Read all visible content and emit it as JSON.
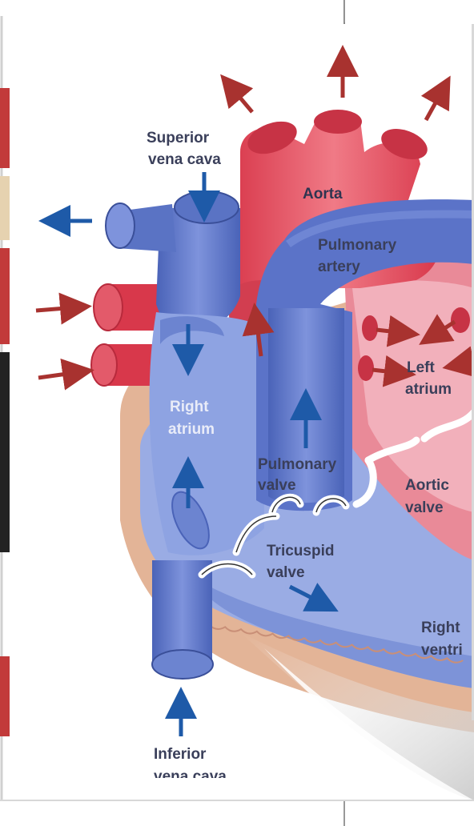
{
  "diagram": {
    "colors": {
      "oxygen_poor": "#5b73c8",
      "oxygen_rich": "#e24a5b",
      "arrow_blue": "#1e5aa8",
      "arrow_red": "#a8322f",
      "tissue": "#e3b497",
      "background": "#ffffff"
    },
    "labels": {
      "superior_vena_cava": [
        "Superior",
        "vena cava"
      ],
      "aorta": "Aorta",
      "pulmonary_artery": [
        "Pulmonary",
        "artery"
      ],
      "left_atrium": [
        "Left",
        "atrium"
      ],
      "right_atrium": [
        "Right",
        "atrium"
      ],
      "pulmonary_valve": [
        "Pulmonary",
        "valve"
      ],
      "aortic_valve": [
        "Aortic",
        "valve"
      ],
      "tricuspid_valve": [
        "Tricuspid",
        "valve"
      ],
      "right_ventricle": [
        "Right",
        "ventri"
      ],
      "inferior_vena_cava": [
        "Inferior",
        "vena cava"
      ]
    }
  }
}
